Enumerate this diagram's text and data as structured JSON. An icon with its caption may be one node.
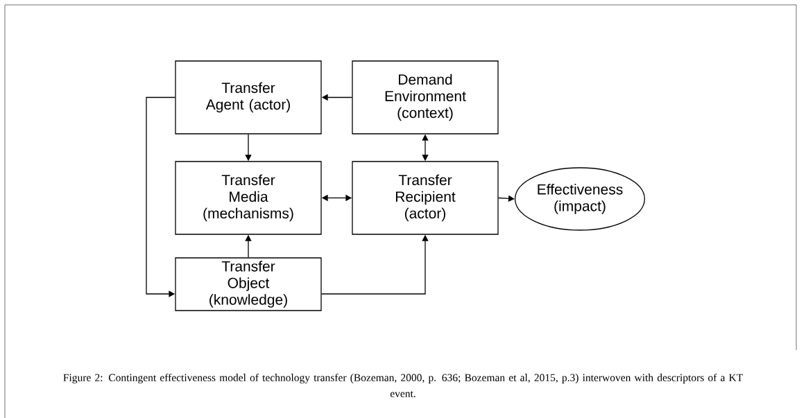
{
  "diagram": {
    "caption": "Figure 2: Contingent effectiveness model of technology transfer (Bozeman, 2000, p. 636; Bozeman et al, 2015, p.3) interwoven with descriptors of a KT event.",
    "nodes": [
      {
        "text": [
          "Transfer Agent (actor)"
        ]
      },
      {
        "text": [
          "Demand Environment (context)"
        ]
      },
      {
        "text": [
          "Transfer Media (mechanisms)"
        ]
      },
      {
        "text": [
          "Transfer Recipient (actor)"
        ]
      },
      {
        "text": [
          "Transfer Object (knowledge)"
        ]
      },
      {
        "text": [
          "Effectiveness (impact)"
        ]
      }
    ],
    "edges": [
      {
        "from": 1,
        "to": 0,
        "arrow": "to"
      },
      {
        "from": 0,
        "to": 2,
        "arrow": "to"
      },
      {
        "from": 1,
        "to": 3,
        "arrow": "both"
      },
      {
        "from": 2,
        "to": 3,
        "arrow": "both"
      },
      {
        "from": 3,
        "to": 5,
        "arrow": "to"
      },
      {
        "from": 4,
        "to": 2,
        "arrow": "to"
      },
      {
        "from": 4,
        "to": 3,
        "arrow": "to"
      },
      {
        "from": 0,
        "to": 4,
        "arrow": "to"
      }
    ]
  }
}
